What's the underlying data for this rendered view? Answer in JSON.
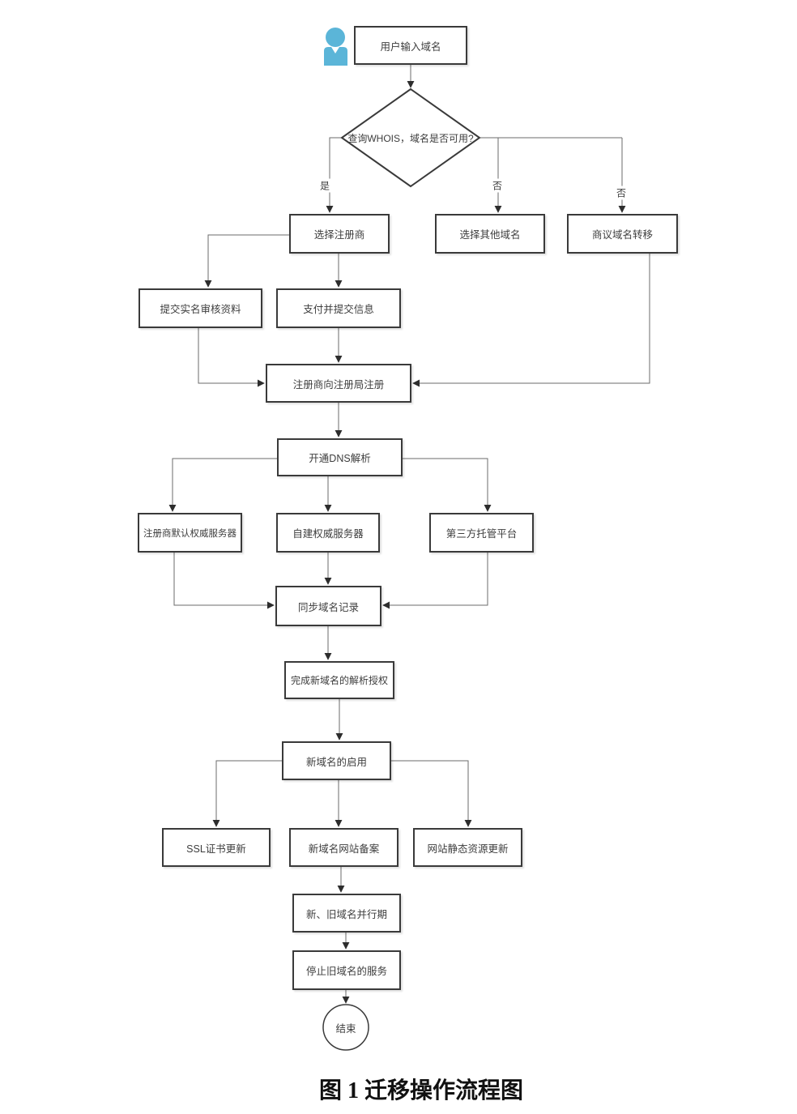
{
  "diagram": {
    "caption": "图 1 迁移操作流程图",
    "accent_color": "#5BB5D8",
    "nodes": {
      "start": {
        "label": "用户输入域名"
      },
      "decision": {
        "label": "查询WHOIS，域名是否可用?"
      },
      "choose_registrar": {
        "label": "选择注册商"
      },
      "choose_other_domain": {
        "label": "选择其他域名"
      },
      "negotiate_transfer": {
        "label": "商议域名转移"
      },
      "submit_realname": {
        "label": "提交实名审核资料"
      },
      "pay_submit": {
        "label": "支付并提交信息"
      },
      "registrar_register": {
        "label": "注册商向注册局注册"
      },
      "open_dns": {
        "label": "开通DNS解析"
      },
      "registrar_ns": {
        "label": "注册商默认权威服务器"
      },
      "self_ns": {
        "label": "自建权威服务器"
      },
      "third_party": {
        "label": "第三方托管平台"
      },
      "sync_records": {
        "label": "同步域名记录"
      },
      "auth_done": {
        "label": "完成新域名的解析授权"
      },
      "enable_new": {
        "label": "新域名的启用"
      },
      "ssl_update": {
        "label": "SSL证书更新"
      },
      "website_beian": {
        "label": "新域名网站备案"
      },
      "static_update": {
        "label": "网站静态资源更新"
      },
      "parallel_period": {
        "label": "新、旧域名并行期"
      },
      "stop_old": {
        "label": "停止旧域名的服务"
      },
      "end": {
        "label": "结束"
      }
    },
    "edge_labels": {
      "yes": "是",
      "no_other": "否",
      "no_transfer": "否"
    }
  }
}
